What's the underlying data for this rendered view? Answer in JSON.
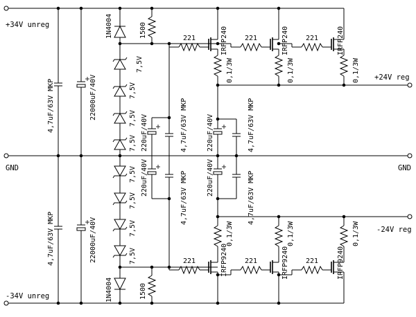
{
  "terminals": {
    "pos_in": "+34V unreg",
    "neg_in": "-34V unreg",
    "gnd_left": "GND",
    "gnd_right": "GND",
    "pos_out": "+24V reg",
    "neg_out": "-24V reg"
  },
  "components": {
    "cap_film_in": "4,7uF/63V MKP",
    "cap_elec_in": "22000uF/40V",
    "diode": "1N4004",
    "zener": "7,5V",
    "bias_resistor": "1500",
    "cap_elec_mid": "220uF/40V",
    "cap_film_mid": "4,7uF/63V MKP",
    "gate_resistor": "221",
    "pos_mosfet": "IRFP240",
    "neg_mosfet": "IRFP9240",
    "source_resistor": "0,1/3W"
  }
}
